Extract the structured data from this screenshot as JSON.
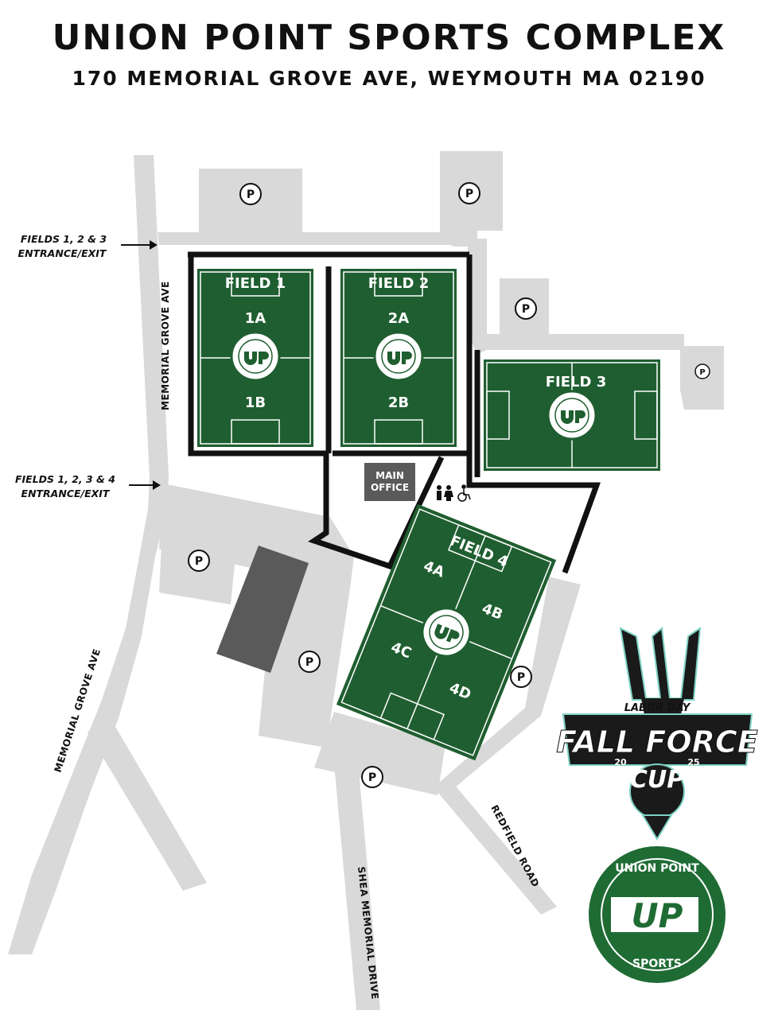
{
  "header": {
    "title": "UNION POINT SPORTS COMPLEX",
    "address": "170 MEMORIAL GROVE AVE, WEYMOUTH MA 02190"
  },
  "entrances": {
    "north_line1": "FIELDS 1, 2 & 3",
    "north_line2": "ENTRANCE/EXIT",
    "south_line1": "FIELDS 1, 2, 3 & 4",
    "south_line2": "ENTRANCE/EXIT"
  },
  "roads": {
    "memorial_grove_upper": "MEMORIAL GROVE AVE",
    "memorial_grove_lower": "MEMORIAL GROVE AVE",
    "shea_memorial": "SHEA MEMORIAL DRIVE",
    "redfield": "REDFIELD ROAD"
  },
  "fields": {
    "field1": {
      "title": "FIELD 1",
      "top": "1A",
      "bottom": "1B"
    },
    "field2": {
      "title": "FIELD 2",
      "top": "2A",
      "bottom": "2B"
    },
    "field3": {
      "title": "FIELD 3"
    },
    "field4": {
      "title": "FIELD 4",
      "q1": "4A",
      "q2": "4B",
      "q3": "4C",
      "q4": "4D"
    }
  },
  "parking_label": "P",
  "main_office": {
    "line1": "MAIN",
    "line2": "OFFICE"
  },
  "logo_text": {
    "up": "UP",
    "ring_top": "UNION POINT",
    "ring_bottom": "SPORTS"
  },
  "event_logo": {
    "line1": "LABOR DAY",
    "line2": "FALL FORCE",
    "line3": "CUP",
    "year_left": "20",
    "year_right": "25"
  },
  "colors": {
    "field_green": "#1f5e30",
    "road_gray": "#d9d9d9",
    "building_dark": "#5a5a5a",
    "fence": "#111111",
    "brand_green": "#1f6b34",
    "event_teal": "#7fd3c4"
  }
}
